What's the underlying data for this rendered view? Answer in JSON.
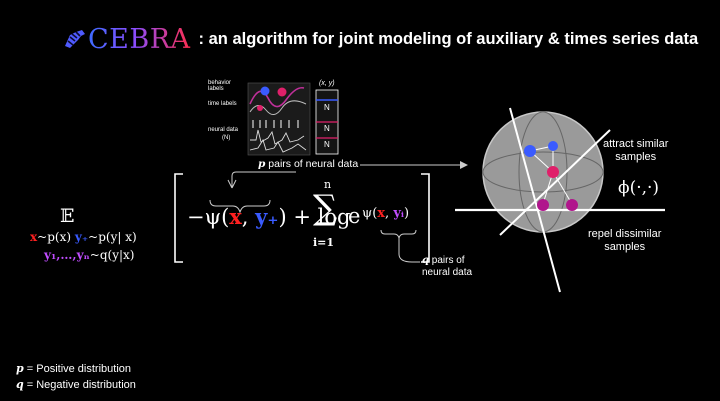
{
  "header": {
    "logo_text": "CEBRA",
    "title": ": an algorithm for joint modeling of auxiliary & times series data"
  },
  "inset": {
    "behavior_labels": "behavior labels",
    "time_labels": "time labels",
    "neural_data": "neural data",
    "neural_n": "(N)",
    "xy_header": "(x, y)",
    "n_marker": "N",
    "p_caption": "pairs of neural data",
    "p_symbol": "p"
  },
  "loss": {
    "expectation": "𝔼",
    "sub_line1_x": "x",
    "sub_line1_a": "~p(x) ",
    "sub_line1_y": "y₊",
    "sub_line1_b": "~p(y| x)",
    "sub_line2_y": "y₁,…,yₙ",
    "sub_line2_b": "~q(y|x)",
    "minus_psi": "−ψ(",
    "x": "x",
    "comma": ", ",
    "y_plus": "y₊",
    "close": ")",
    "plus_log": " + log",
    "sum": "∑",
    "sum_top": "n",
    "sum_bottom": "i=1",
    "e": "e",
    "psi_exp": "ψ(",
    "y_i": "yᵢ",
    "q_caption_line1": "pairs of",
    "q_caption_line2": "neural data",
    "q_symbol": "q"
  },
  "sphere": {
    "attract_line1": "attract similar",
    "attract_line2": "samples",
    "phi": "ϕ(·,·)",
    "repel_line1": "repel dissimilar",
    "repel_line2": "samples"
  },
  "legend": {
    "p_symbol": "p",
    "p_text": " = Positive distribution",
    "q_symbol": "q",
    "q_text": " = Negative distribution"
  },
  "colors": {
    "red": "#ff2020",
    "blue": "#3a5bff",
    "purple": "#c04dff",
    "magenta": "#b0158c"
  }
}
